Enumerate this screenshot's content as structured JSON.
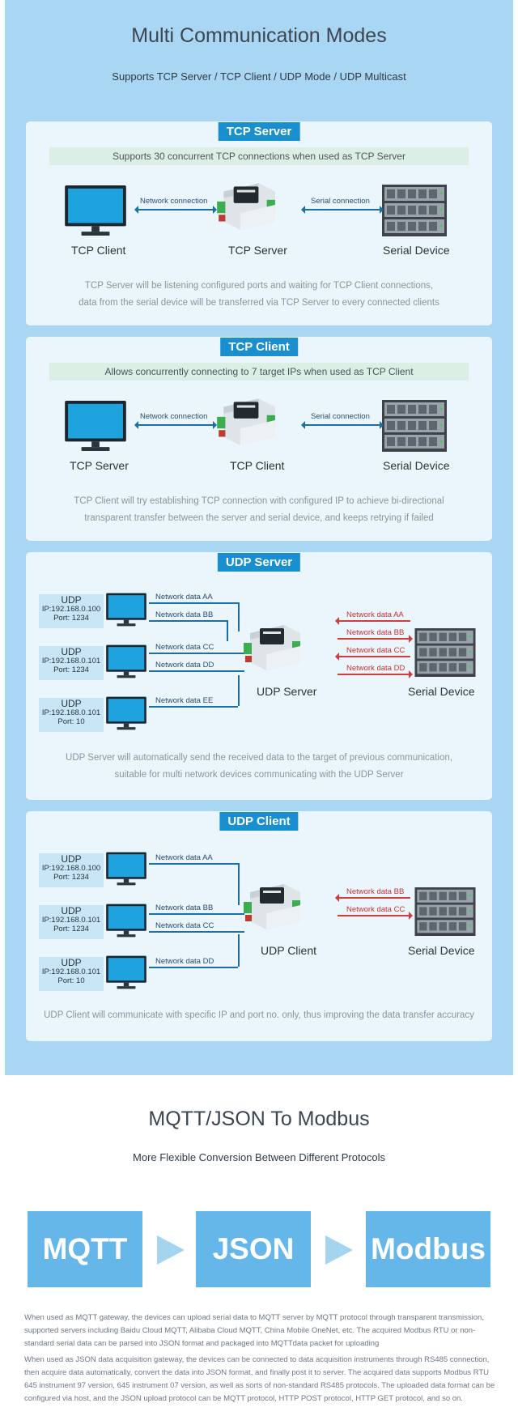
{
  "header": {
    "title": "Multi Communication Modes",
    "subtitle": "Supports TCP Server / TCP Client / UDP Mode / UDP Multicast"
  },
  "tcp_server": {
    "badge": "TCP Server",
    "banner": "Supports 30 concurrent TCP connections when used as TCP Server",
    "left_label": "TCP Client",
    "mid_label": "TCP Server",
    "right_label": "Serial Device",
    "net_label": "Network connection",
    "serial_label": "Serial connection",
    "desc1": "TCP Server will be listening configured ports and waiting for TCP Client connections,",
    "desc2": "data from the serial device will be transferred via TCP Server to every connected clients"
  },
  "tcp_client": {
    "badge": "TCP Client",
    "banner": "Allows concurrently connecting to 7 target IPs when used as TCP Client",
    "left_label": "TCP Server",
    "mid_label": "TCP Client",
    "right_label": "Serial Device",
    "net_label": "Network connection",
    "serial_label": "Serial connection",
    "desc1": "TCP Client will try establishing TCP connection with configured IP to achieve bi-directional",
    "desc2": "transparent transfer between the server and serial device, and keeps retrying if failed"
  },
  "udp_server": {
    "badge": "UDP Server",
    "mid_label": "UDP Server",
    "right_label": "Serial Device",
    "hosts": [
      {
        "u": "UDP",
        "ip": "IP:192.168.0.100",
        "port": "Port: 1234"
      },
      {
        "u": "UDP",
        "ip": "IP:192.168.0.101",
        "port": "Port: 1234"
      },
      {
        "u": "UDP",
        "ip": "IP:192.168.0.101",
        "port": "Port: 10"
      }
    ],
    "net": [
      "Network data AA",
      "Network data BB",
      "Network data CC",
      "Network data DD",
      "Network data EE"
    ],
    "serial": [
      "Network data AA",
      "Network data BB",
      "Network data CC",
      "Network data DD"
    ],
    "desc1": "UDP Server will automatically send the received data to the target of previous communication,",
    "desc2": "suitable for multi network devices communicating with the UDP Server"
  },
  "udp_client": {
    "badge": "UDP Client",
    "mid_label": "UDP Client",
    "right_label": "Serial Device",
    "hosts": [
      {
        "u": "UDP",
        "ip": "IP:192.168.0.100",
        "port": "Port: 1234"
      },
      {
        "u": "UDP",
        "ip": "IP:192.168.0.101",
        "port": "Port: 1234"
      },
      {
        "u": "UDP",
        "ip": "IP:192.168.0.101",
        "port": "Port: 10"
      }
    ],
    "net": [
      "Network data AA",
      "Network data BB",
      "Network data CC",
      "Network data DD"
    ],
    "serial": [
      "Network data BB",
      "Network data CC"
    ],
    "desc1": "UDP Client will communicate with specific IP and port no. only, thus improving the data transfer accuracy"
  },
  "mqtt": {
    "title": "MQTT/JSON To Modbus",
    "subtitle": "More Flexible Conversion Between Different Protocols",
    "box1": "MQTT",
    "box2": "JSON",
    "box3": "Modbus",
    "p1": "When used as MQTT gateway, the devices can upload serial data to MQTT server by MQTT protocol through transparent transmission, supported servers including Baidu Cloud MQTT, Alibaba Cloud MQTT, China Mobile OneNet, etc. The acquired Modbus RTU or non-standard serial data can be parsed into JSON format and packaged into MQTTdata packet for uploading",
    "p2": "When used as JSON data acquisition gateway, the devices can be connected to data acquisition instruments through RS485 connection, then acquire data automatically, convert the data into JSON format, and finally post it to server. The acquired data supports Modbus RTU 645 instrument 97 version, 645 instrument 07 version, as well as sorts of non-standard RS485 protocols. The uploaded data format can be configured via host, and the JSON upload protocol can be MQTT protocol, HTTP POST protocol, HTTP GET protocol, and so on."
  },
  "colors": {
    "accent": "#1a8fd0",
    "panel": "#a9d6f2",
    "card": "#eaf5fc",
    "red": "#d23c3c"
  }
}
